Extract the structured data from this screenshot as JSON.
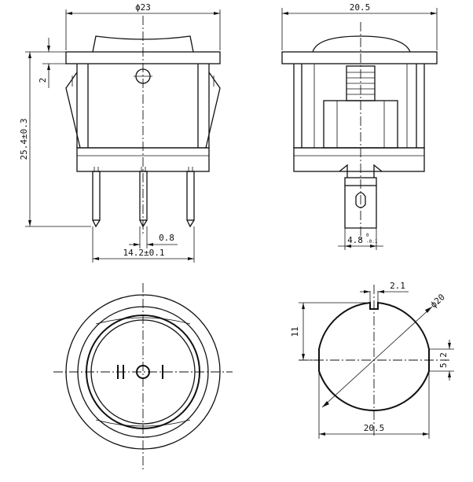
{
  "views": {
    "front": {
      "width_dim": "ϕ23",
      "flange_dim": "2",
      "height_dim": "25.4±0.3",
      "terminal_thickness_dim": "0.8",
      "terminal_pitch_dim": "14.2±0.1"
    },
    "side": {
      "width_dim": "20.5",
      "terminal_width_dim": "4.8",
      "terminal_width_tol_upper": "0",
      "terminal_width_tol_lower": "-0.1"
    },
    "top": {
      "marking_off": "II",
      "marking_center": "O",
      "marking_on": "I"
    },
    "cutout": {
      "key_width_dim": "2.1",
      "diameter_dim": "ϕ20",
      "key_depth_dim": "11",
      "flat_dim": "5.2",
      "width_dim": "20.5"
    }
  }
}
